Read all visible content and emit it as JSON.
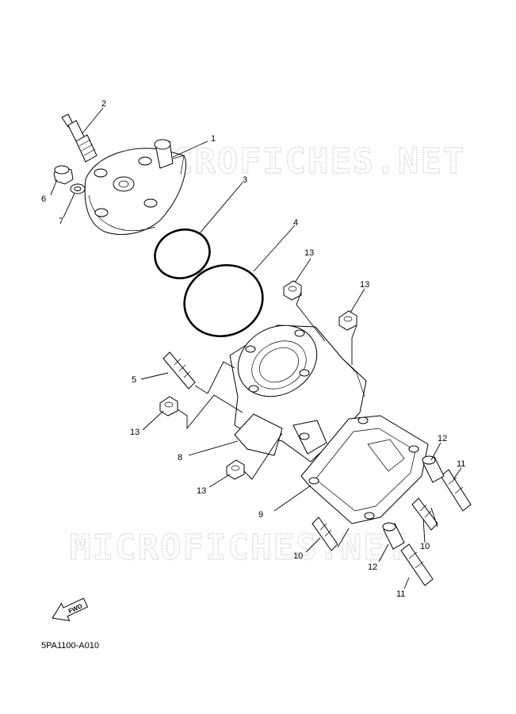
{
  "watermark": "MICROFICHES.NET",
  "diagram_code": "5PA1100-A010",
  "fwd_label": "FWD",
  "callouts": {
    "c1": "1",
    "c2": "2",
    "c3": "3",
    "c4": "4",
    "c5": "5",
    "c6": "6",
    "c7": "7",
    "c8": "8",
    "c9": "9",
    "c10a": "10",
    "c10b": "10",
    "c11a": "11",
    "c11b": "11",
    "c12a": "12",
    "c12b": "12",
    "c13a": "13",
    "c13b": "13",
    "c13c": "13",
    "c13d": "13"
  }
}
